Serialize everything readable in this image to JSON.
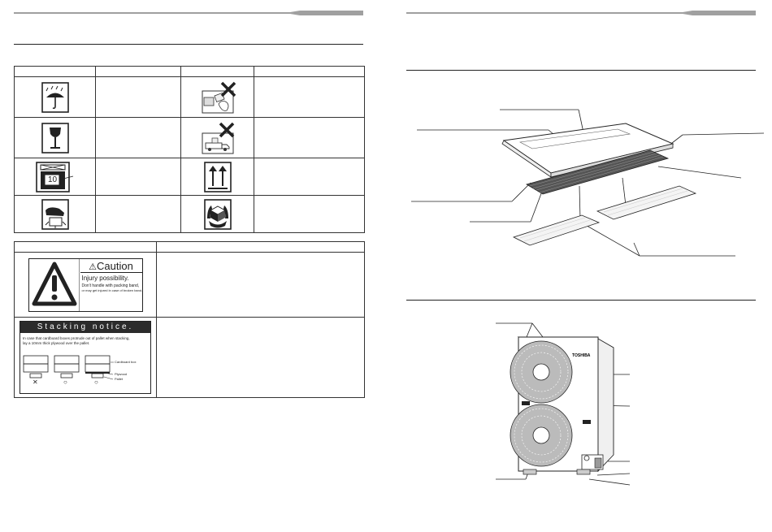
{
  "caution_label": {
    "title": "Caution",
    "line1": "Injury possibility.",
    "line2": "Don't handle with packing band,",
    "line3": "or may get injured in case of broken band."
  },
  "stacking_label": {
    "title": "Stacking notice.",
    "body_line1": "In case that cardboard boxes protrude out of pallet when stacking,",
    "body_line2": "lay a 10mm thick plywood over the pallet.",
    "legend_cardboard": "Cardboard box",
    "legend_plywood": "Plywood",
    "legend_pallet": "Pallet",
    "mark_bad": "✕",
    "mark_ok_1": "○",
    "mark_ok_2": "○"
  },
  "stack_mark_number": "10",
  "outdoor_brand": "TOSHIBA",
  "colors": {
    "line": "#222222",
    "header_bar": "#9a9a9a",
    "stacking_banner": "#2b2b2b"
  }
}
